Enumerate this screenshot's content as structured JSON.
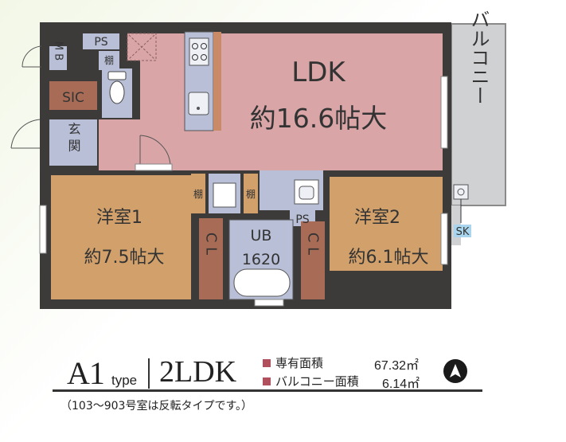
{
  "rooms": {
    "ldk_name": "LDK",
    "ldk_size": "約16.6帖大",
    "western1_name": "洋室1",
    "western1_size": "約7.5帖大",
    "western2_name": "洋室2",
    "western2_size": "約6.1帖大",
    "bath_name": "UB",
    "bath_size": "1620",
    "closet1": "C L",
    "closet2": "C L",
    "entrance": "玄 関",
    "sic": "SIC",
    "mb": "M B",
    "ps_top": "PS",
    "ps_mid": "PS",
    "shelf": "棚",
    "balcony": "バルコニー",
    "sk": "SK"
  },
  "summary": {
    "type_code": "A1",
    "type_word": "type",
    "layout": "2LDK",
    "area_label_1": "専有面積",
    "area_value_1": "67.32㎡",
    "area_label_2": "バルコニー面積",
    "area_value_2": "6.14㎡",
    "note": "（103〜903号室は反転タイプです。）"
  },
  "colors": {
    "wall": "#3d3a3a",
    "ldk": "#d9a5a7",
    "western": "#d1a06b",
    "wet": "#b8bfd6",
    "storage": "#a86b55",
    "balcony": "#cfd1d3",
    "marker": "#b0505c"
  },
  "icons": [
    "north-arrow-icon",
    "stove-icon",
    "sink-icon",
    "toilet-icon",
    "bathtub-icon",
    "washbasin-icon"
  ]
}
